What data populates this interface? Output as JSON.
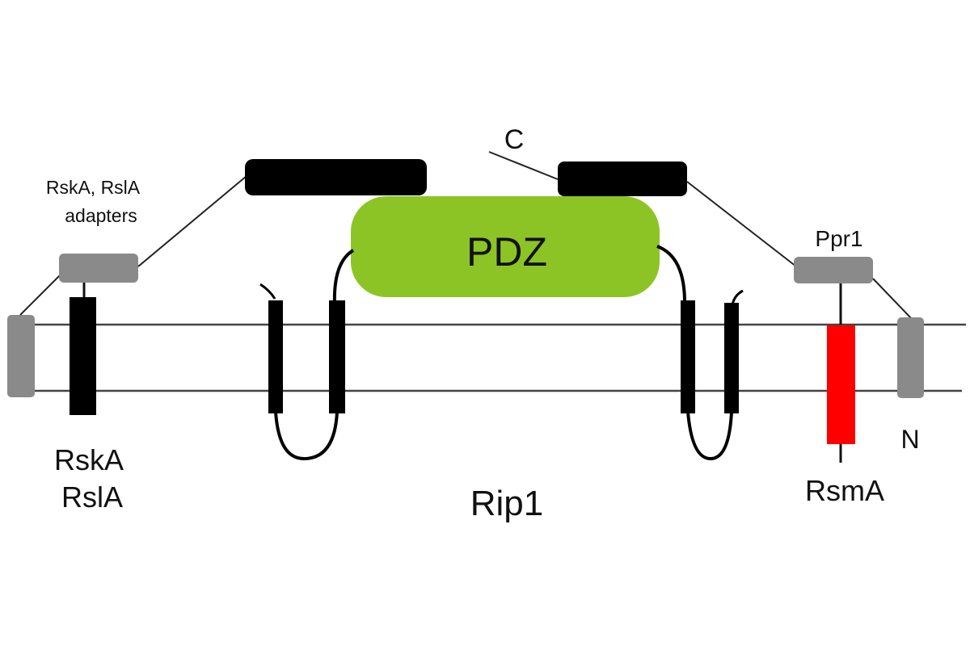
{
  "diagram": {
    "labels": {
      "adapters": [
        "RskA, RslA",
        "adapters"
      ],
      "pdz": "PDZ",
      "c_terminus": "C",
      "n_terminus": "N",
      "ppr1": "Ppr1",
      "rska": "RskA",
      "rsla": "RslA",
      "rip1": "Rip1",
      "rsma": "RsmA"
    },
    "colors": {
      "pdz_green": "#8dc425",
      "adapter_gray": "#8a8a8a",
      "helix_black": "#000000",
      "rsma_red": "#ff0000",
      "membrane_line": "#444444"
    }
  }
}
